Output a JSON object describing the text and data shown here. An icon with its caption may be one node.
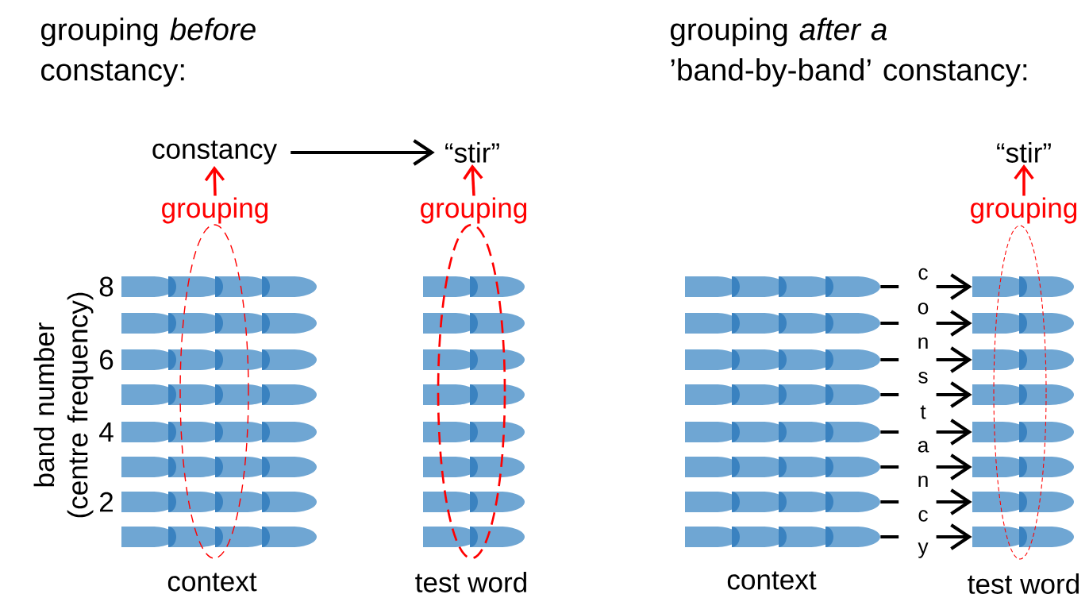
{
  "diagram": {
    "nodes": [
      {
        "text": [
          "constancy"
        ]
      },
      {
        "text": [
          "“stir”"
        ]
      },
      {
        "text": [
          "grouping"
        ]
      },
      {
        "text": [
          "grouping"
        ]
      },
      {
        "text": [
          "“stir”"
        ]
      },
      {
        "text": [
          "grouping"
        ]
      },
      {
        "text": [],
        "shape": "bar"
      },
      {
        "text": [],
        "shape": "bar"
      },
      {
        "text": [],
        "shape": "bar"
      },
      {
        "text": [],
        "shape": "bar"
      },
      {
        "text": [],
        "shape": "bar"
      },
      {
        "text": [],
        "shape": "bar"
      },
      {
        "text": [],
        "shape": "bar"
      },
      {
        "text": [],
        "shape": "bar"
      },
      {
        "text": [],
        "shape": "bar"
      },
      {
        "text": [],
        "shape": "bar"
      },
      {
        "text": [],
        "shape": "bar"
      },
      {
        "text": [],
        "shape": "bar"
      },
      {
        "text": [],
        "shape": "bar"
      },
      {
        "text": [],
        "shape": "bar"
      },
      {
        "text": [],
        "shape": "bar"
      },
      {
        "text": [],
        "shape": "bar"
      },
      {
        "text": [],
        "shape": "ellipse"
      },
      {
        "text": [],
        "shape": "ellipse"
      },
      {
        "text": [],
        "shape": "ellipse"
      }
    ],
    "edges": [
      {
        "from": 0,
        "to": 1,
        "arrow": "to"
      },
      {
        "from": 2,
        "to": 0,
        "arrow": "to",
        "color": "#ff0000"
      },
      {
        "from": 3,
        "to": 1,
        "arrow": "to",
        "color": "#ff0000"
      },
      {
        "from": 5,
        "to": 4,
        "arrow": "to",
        "color": "#ff0000"
      },
      {
        "from": 6,
        "to": 14,
        "arrow": "to",
        "style": "dashed"
      },
      {
        "from": 7,
        "to": 15,
        "arrow": "to",
        "style": "dashed"
      },
      {
        "from": 8,
        "to": 16,
        "arrow": "to",
        "style": "dashed"
      },
      {
        "from": 9,
        "to": 17,
        "arrow": "to",
        "style": "dashed"
      },
      {
        "from": 10,
        "to": 18,
        "arrow": "to",
        "style": "dashed"
      },
      {
        "from": 11,
        "to": 19,
        "arrow": "to",
        "style": "dashed"
      },
      {
        "from": 12,
        "to": 20,
        "arrow": "to",
        "style": "dashed"
      },
      {
        "from": 13,
        "to": 21,
        "arrow": "to",
        "style": "dashed"
      }
    ],
    "labels": [
      "grouping *before* constancy:",
      "grouping *after a* ’band-by-band’ constancy:",
      "band number (centre frequency)",
      "8",
      "6",
      "4",
      "2",
      "context",
      "test word",
      "context",
      "test word",
      "c",
      "o",
      "n",
      "s",
      "t",
      "a",
      "n",
      "c",
      "y"
    ]
  }
}
